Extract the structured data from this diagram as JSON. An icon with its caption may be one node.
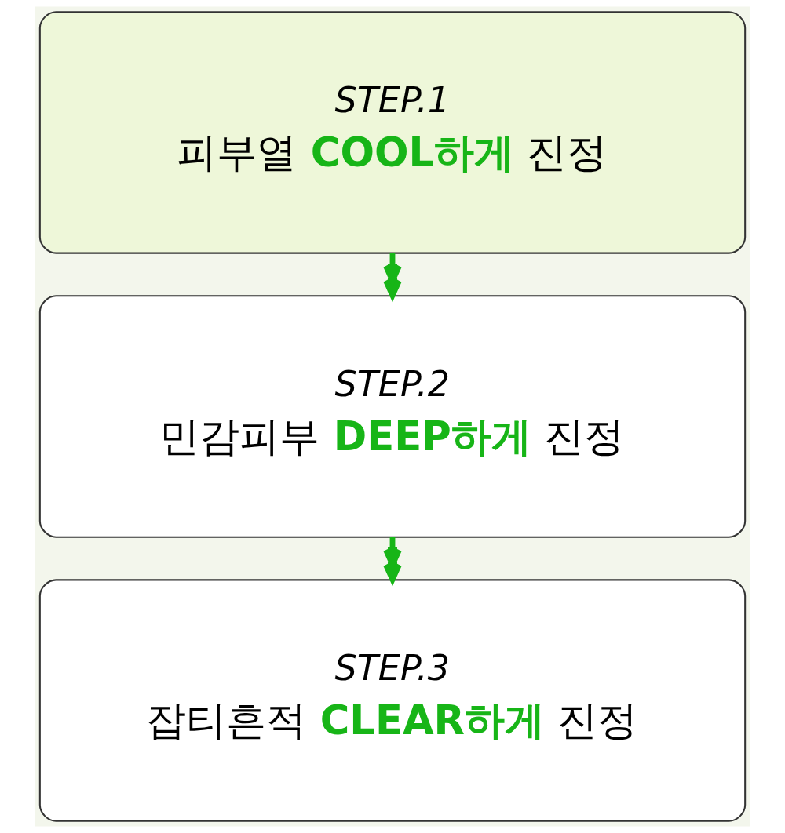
{
  "diagram": {
    "nodes": [
      {
        "text": [
          "STEP.1",
          "피부열 **COOL하게** 진정"
        ]
      },
      {
        "text": [
          "STEP.2",
          "민감피부 **DEEP하게** 진정"
        ]
      },
      {
        "text": [
          "STEP.3",
          "잡티흔적 **CLEAR하게** 진정"
        ]
      }
    ],
    "edges": [
      {
        "from": 0,
        "to": 1,
        "arrow": "to"
      },
      {
        "from": 1,
        "to": 2,
        "arrow": "to"
      }
    ]
  }
}
